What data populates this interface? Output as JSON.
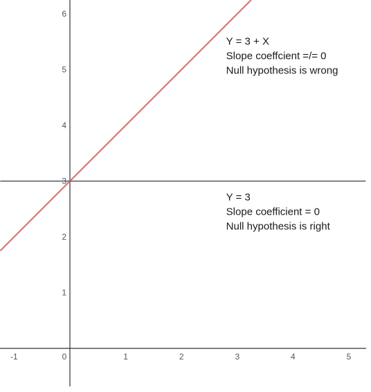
{
  "chart_data": {
    "type": "line",
    "title": "",
    "xlabel": "",
    "ylabel": "",
    "xlim": [
      -1.25,
      5.3
    ],
    "ylim": [
      -0.6,
      6.25
    ],
    "grid": false,
    "x_ticks": [
      -1,
      0,
      1,
      2,
      3,
      4,
      5
    ],
    "y_ticks": [
      1,
      2,
      3,
      4,
      5,
      6
    ],
    "series": [
      {
        "equation": "Y = 3 + X",
        "x": [
          -1.25,
          3.25
        ],
        "y": [
          1.75,
          6.25
        ],
        "color": "#d98080"
      },
      {
        "equation": "Y = 3",
        "x": [
          -1.25,
          5.3
        ],
        "y": [
          3,
          3
        ],
        "color": "#555555"
      }
    ],
    "annotations": [
      {
        "x": 2.8,
        "y": 5.45,
        "lines": [
          "Y = 3 + X",
          "Slope coeffcient =/= 0",
          "Null hypothesis is wrong"
        ]
      },
      {
        "x": 2.8,
        "y": 2.65,
        "lines": [
          "Y = 3",
          "Slope coefficient = 0",
          "Null hypothesis is right"
        ]
      }
    ],
    "colors": {
      "axis": "#333333",
      "tick_text": "#555555",
      "text": "#1a1a1a"
    }
  }
}
